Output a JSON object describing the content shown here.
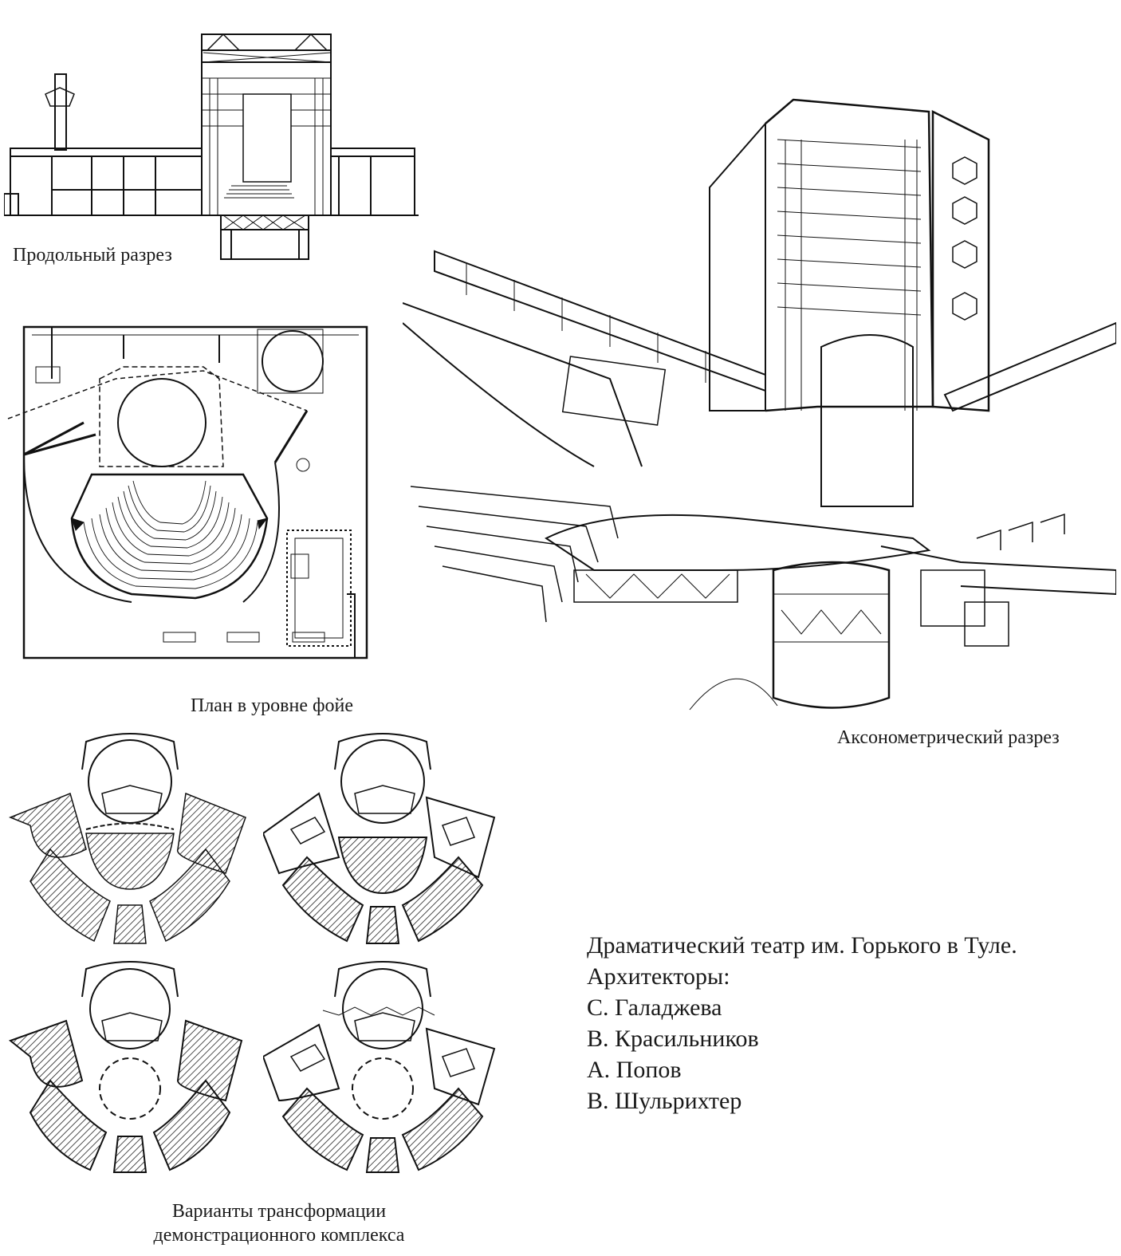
{
  "captions": {
    "section": "Продольный разрез",
    "plan": "План в уровне фойе",
    "axon": "Аксонометрический разрез",
    "variants_line1": "Варианты трансформации",
    "variants_line2": "демонстрационного комплекса"
  },
  "credits": {
    "title": "Драматический театр им. Горького в Туле.",
    "architects_label": "Архитекторы:",
    "architects": [
      "С. Галаджева",
      "В. Красильников",
      "А. Попов",
      "В. Шульрихтер"
    ]
  }
}
